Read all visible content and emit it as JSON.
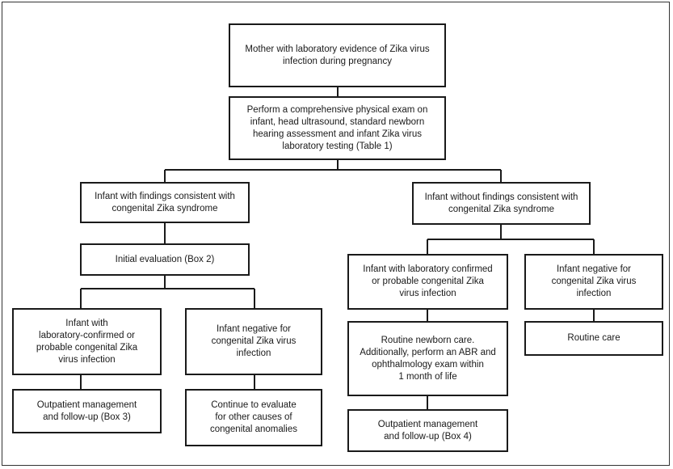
{
  "flowchart": {
    "mother": "Mother with laboratory evidence of Zika virus\ninfection during pregnancy",
    "exam": "Perform a comprehensive physical exam on\ninfant, head ultrasound, standard newborn\nhearing assessment and infant Zika virus\nlaboratory testing (Table 1)",
    "left_branch": {
      "with_findings": "Infant with findings consistent with\ncongenital Zika syndrome",
      "initial_eval": "Initial evaluation (Box 2)",
      "confirmed": "Infant with\nlaboratory-confirmed or\nprobable congenital Zika\nvirus infection",
      "negative": "Infant negative for\ncongenital Zika virus\ninfection",
      "outpatient": "Outpatient management\nand follow-up (Box 3)",
      "continue_eval": "Continue to evaluate\nfor other causes of\ncongenital anomalies"
    },
    "right_branch": {
      "without_findings": "Infant without findings consistent with\ncongenital Zika syndrome",
      "confirmed": "Infant with laboratory confirmed\nor probable congenital Zika\nvirus infection",
      "negative": "Infant negative for\ncongenital Zika virus\ninfection",
      "routine_newborn": "Routine newborn care.\nAdditionally, perform an ABR and\nophthalmology exam within\n1 month of life",
      "routine_care": "Routine care",
      "outpatient": "Outpatient management\nand follow-up (Box 4)"
    }
  }
}
